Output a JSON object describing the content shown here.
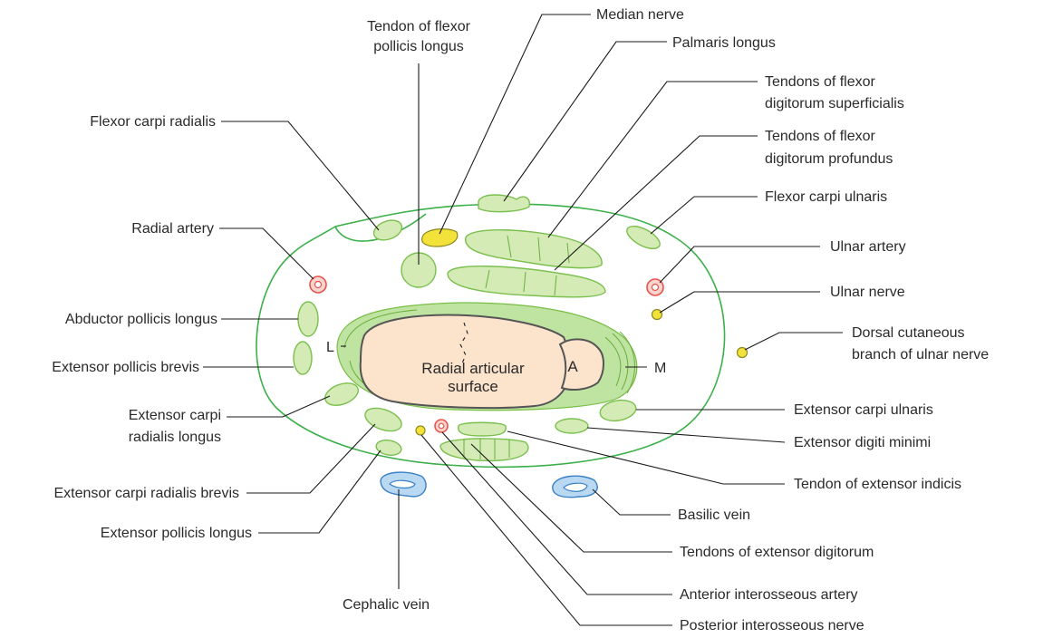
{
  "labels": {
    "tendon_fpl_1": "Tendon of flexor",
    "tendon_fpl_2": "pollicis longus",
    "median_nerve": "Median nerve",
    "palmaris_longus": "Palmaris longus",
    "fds_1": "Tendons of flexor",
    "fds_2": "digitorum superficialis",
    "fdp_1": "Tendons of flexor",
    "fdp_2": "digitorum profundus",
    "flexor_carpi_radialis": "Flexor carpi radialis",
    "flexor_carpi_ulnaris": "Flexor carpi ulnaris",
    "radial_artery": "Radial artery",
    "ulnar_artery": "Ulnar artery",
    "ulnar_nerve": "Ulnar nerve",
    "abductor_pollicis_longus": "Abductor pollicis longus",
    "extensor_pollicis_brevis": "Extensor pollicis brevis",
    "dorsal_cut_1": "Dorsal cutaneous",
    "dorsal_cut_2": "branch of ulnar nerve",
    "ecrl_1": "Extensor carpi",
    "ecrl_2": "radialis longus",
    "extensor_carpi_ulnaris": "Extensor carpi ulnaris",
    "extensor_digiti_minimi": "Extensor digiti minimi",
    "tendon_extensor_indicis": "Tendon of extensor indicis",
    "ecrb": "Extensor carpi radialis brevis",
    "basilic_vein": "Basilic vein",
    "extensor_pollicis_longus": "Extensor pollicis longus",
    "tendons_extensor_digitorum": "Tendons of extensor digitorum",
    "anterior_interosseous_artery": "Anterior interosseous artery",
    "cephalic_vein": "Cephalic vein",
    "posterior_interosseous_nerve": "Posterior interosseous nerve",
    "lateral": "L",
    "medial": "M",
    "articular_1": "Radial articular",
    "articular_2": "surface",
    "ulna_mark": "A"
  },
  "colors": {
    "muscle_fill": "#d4ebb6",
    "muscle_stroke": "#7bbf4f",
    "skin_outline": "#3cb04a",
    "bone_fill": "#fbe3cc",
    "artery": "#e6554c",
    "nerve": "#f3e23a",
    "vein": "#3b80c4"
  }
}
